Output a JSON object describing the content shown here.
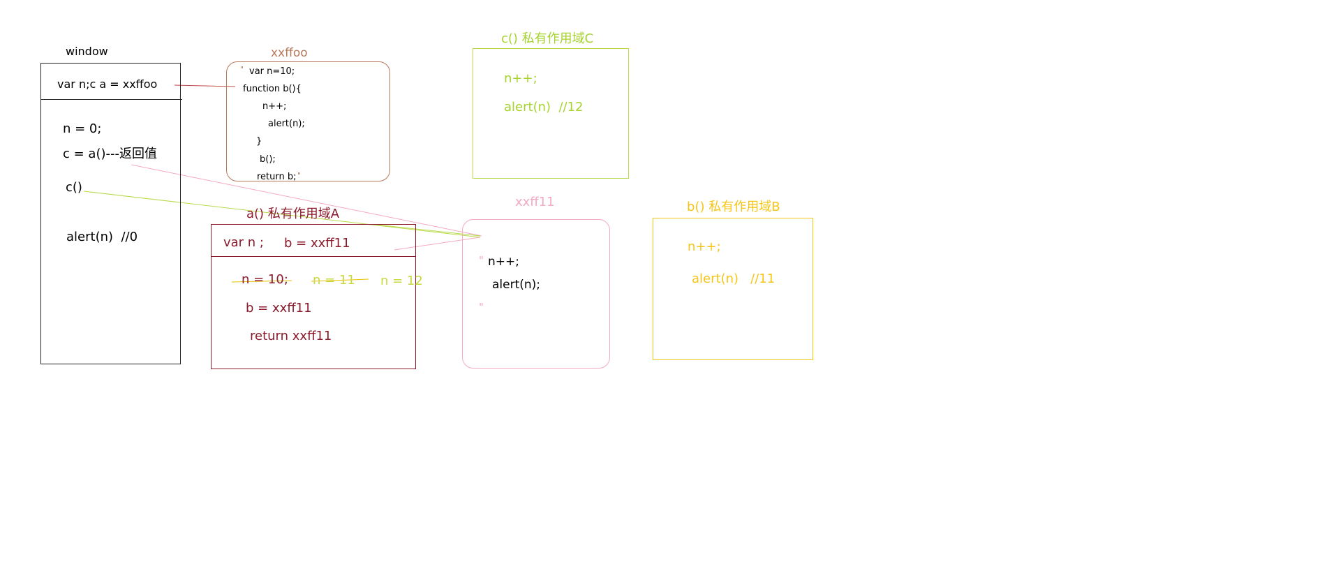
{
  "colors": {
    "window": "#222222",
    "scope_a": "#8b1a2b",
    "heap_xxffoo": "#b5785a",
    "heap_xxff11": "#f4a9c4",
    "scope_c": "#a6d330",
    "scope_b": "#f5c518"
  },
  "window": {
    "title": "window",
    "header": "var n;c a = xxffoo",
    "lines": [
      "n = 0;",
      "c = a()---返回值",
      "c()",
      "alert(n)  //0"
    ]
  },
  "heap_xxffoo": {
    "title": "xxffoo",
    "quote_open": "\"",
    "quote_close": "\"",
    "lines": [
      "var n=10;",
      "function b(){",
      "n++;",
      "alert(n);",
      "}",
      "b();",
      "return b;"
    ]
  },
  "scope_a": {
    "title": "a() 私有作用域A",
    "var_n": "var n ;",
    "var_b": "b = xxff11",
    "n_10": "n = 10;",
    "n_11": "n = 11",
    "n_12": "n = 12",
    "b_assign": "b = xxff11",
    "return": "return xxff11"
  },
  "heap_xxff11": {
    "title": "xxff11",
    "quote_open": "\"",
    "quote_close": "\"",
    "line1": "n++;",
    "line2": "alert(n);"
  },
  "scope_c": {
    "title": "c() 私有作用域C",
    "line1": "n++;",
    "line2": "alert(n)  //12"
  },
  "scope_b": {
    "title": "b() 私有作用域B",
    "line1": "n++;",
    "line2": "alert(n)   //11"
  }
}
